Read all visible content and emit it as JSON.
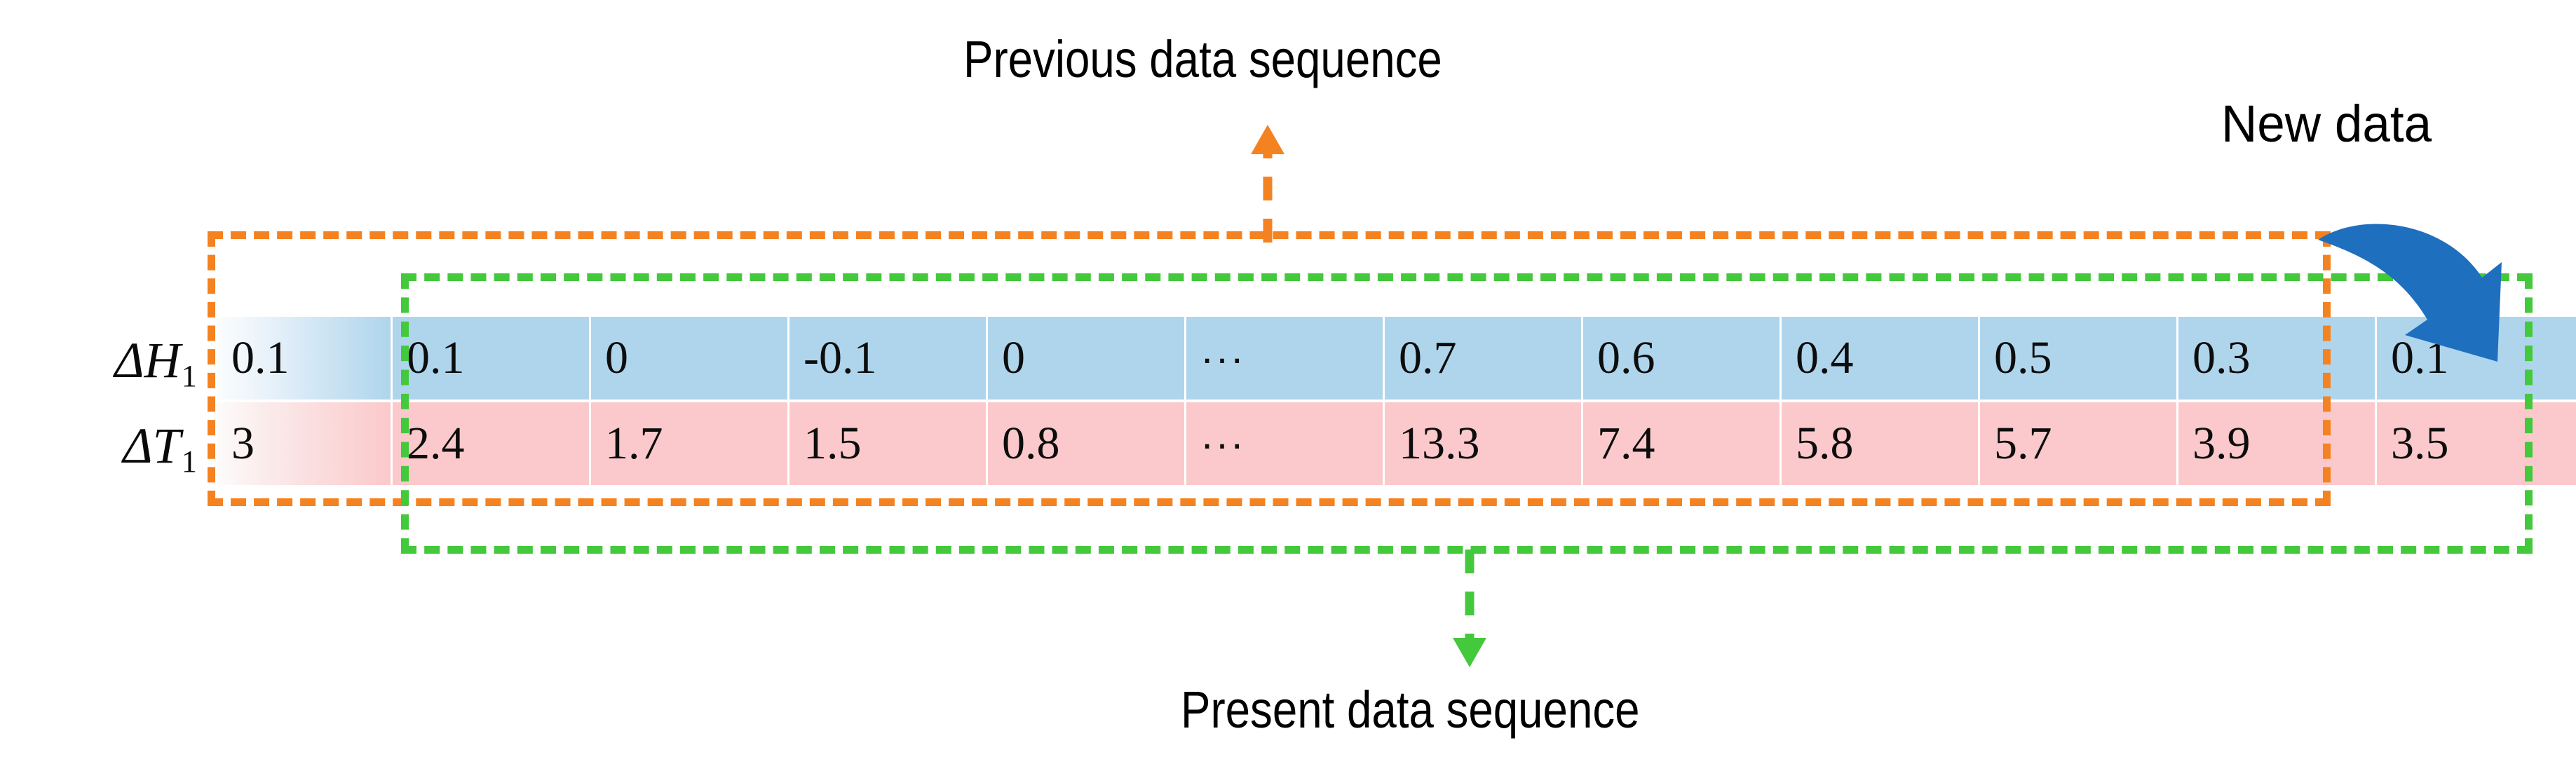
{
  "labels": {
    "previous": "Previous data sequence",
    "present": "Present data sequence",
    "new_data": "New data"
  },
  "rows": [
    {
      "symbol": "ΔH",
      "subscript": "1",
      "name": "delta-h-1"
    },
    {
      "symbol": "ΔT",
      "subscript": "1",
      "name": "delta-t-1"
    }
  ],
  "colors": {
    "row_h_fill": "#afd5ec",
    "row_t_fill": "#fbc9cb",
    "previous_box": "#f58220",
    "present_box": "#44c83c",
    "new_data_arrow": "#1f6fbf",
    "text": "#000000"
  },
  "chart_data": {
    "type": "table",
    "title": "Sliding window of data sequence",
    "row_labels": [
      "ΔH₁",
      "ΔT₁"
    ],
    "columns": 13,
    "series": [
      {
        "name": "ΔH1",
        "values": [
          "0.1",
          "0.1",
          "0",
          "-0.1",
          "0",
          "···",
          "0.7",
          "0.6",
          "0.4",
          "0.5",
          "0.3",
          "0.1"
        ]
      },
      {
        "name": "ΔT1",
        "values": [
          "3",
          "2.4",
          "1.7",
          "1.5",
          "0.8",
          "···",
          "13.3",
          "7.4",
          "5.8",
          "5.7",
          "3.9",
          "3.5"
        ]
      }
    ],
    "annotations": [
      {
        "text": "Previous data sequence",
        "covers": "columns 1-11",
        "color": "#f58220",
        "style": "dashed-box"
      },
      {
        "text": "Present data sequence",
        "covers": "columns 2-12",
        "color": "#44c83c",
        "style": "dashed-box"
      },
      {
        "text": "New data",
        "covers": "column 12",
        "color": "#1f6fbf",
        "style": "curved-arrow"
      }
    ]
  },
  "table": {
    "row_h": {
      "label_symbol": "ΔH",
      "label_sub": "1",
      "cells": [
        {
          "value": "0.1",
          "kind": "first"
        },
        {
          "value": "0.1",
          "kind": "std"
        },
        {
          "value": "0",
          "kind": "std"
        },
        {
          "value": "-0.1",
          "kind": "std"
        },
        {
          "value": "0",
          "kind": "std"
        },
        {
          "value": "···",
          "kind": "dots"
        },
        {
          "value": "0.7",
          "kind": "std"
        },
        {
          "value": "0.6",
          "kind": "std"
        },
        {
          "value": "0.4",
          "kind": "std"
        },
        {
          "value": "0.5",
          "kind": "std"
        },
        {
          "value": "0.3",
          "kind": "std"
        },
        {
          "value": "0.1",
          "kind": "new"
        }
      ]
    },
    "row_t": {
      "label_symbol": "ΔT",
      "label_sub": "1",
      "cells": [
        {
          "value": "3",
          "kind": "first"
        },
        {
          "value": "2.4",
          "kind": "std"
        },
        {
          "value": "1.7",
          "kind": "std"
        },
        {
          "value": "1.5",
          "kind": "std"
        },
        {
          "value": "0.8",
          "kind": "std"
        },
        {
          "value": "···",
          "kind": "dots"
        },
        {
          "value": "13.3",
          "kind": "std"
        },
        {
          "value": "7.4",
          "kind": "std"
        },
        {
          "value": "5.8",
          "kind": "std"
        },
        {
          "value": "5.7",
          "kind": "std"
        },
        {
          "value": "3.9",
          "kind": "std"
        },
        {
          "value": "3.5",
          "kind": "new"
        }
      ]
    }
  },
  "icons": {
    "previous_arrow": "arrow-up-dashed-icon",
    "present_arrow": "arrow-down-dashed-icon",
    "new_data_arrow": "curved-arrow-down-right-icon"
  }
}
